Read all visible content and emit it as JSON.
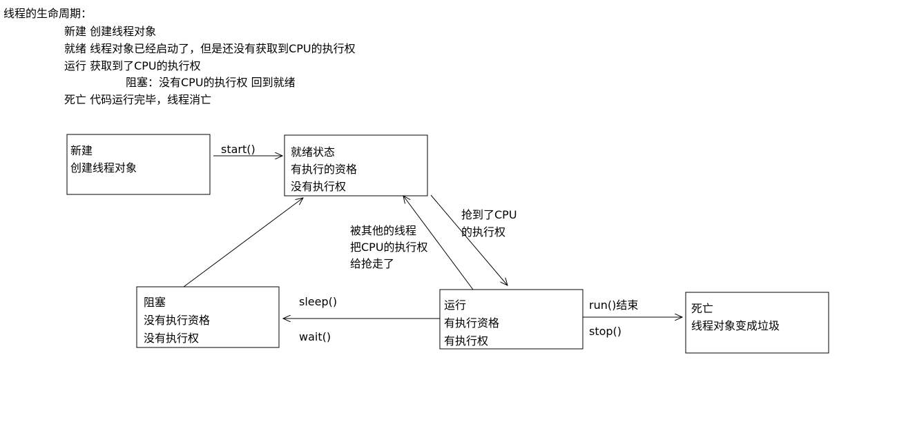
{
  "notes": {
    "title": "线程的生命周期：",
    "lines": [
      "新建 创建线程对象",
      "就绪 线程对象已经启动了，但是还没有获取到CPU的执行权",
      "运行 获取到了CPU的执行权",
      "阻塞：没有CPU的执行权 回到就绪",
      "死亡 代码运行完毕，线程消亡"
    ]
  },
  "diagram": {
    "boxes": {
      "new": [
        "新建",
        "创建线程对象"
      ],
      "ready": [
        "就绪状态",
        "有执行的资格",
        "没有执行权"
      ],
      "blocked": [
        "阻塞",
        "没有执行资格",
        "没有执行权"
      ],
      "running": [
        "运行",
        "有执行资格",
        "有执行权"
      ],
      "dead": [
        "死亡",
        "线程对象变成垃圾"
      ]
    },
    "labels": {
      "start": "start()",
      "grabbed": [
        "抢到了CPU",
        "的执行权"
      ],
      "preempted": [
        "被其他的线程",
        "把CPU的执行权",
        "给抢走了"
      ],
      "sleep": "sleep()",
      "wait": "wait()",
      "run_end": "run()结束",
      "stop": "stop()"
    }
  }
}
